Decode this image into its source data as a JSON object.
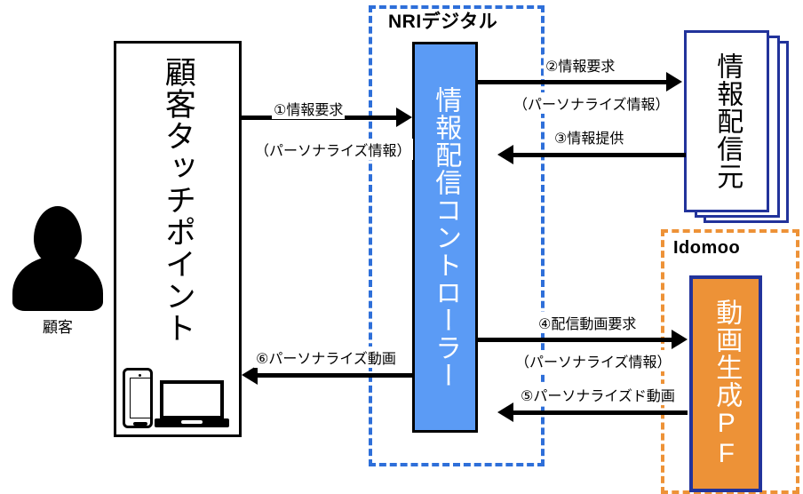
{
  "diagram": {
    "title_visible": false,
    "colors": {
      "controller_blue": "#5B9BF5",
      "video_orange": "#ED9237",
      "zone_blue_dashed": "#2E6FD9",
      "zone_orange_dashed": "#ED9237",
      "source_border_blue": "#22339B",
      "arrow_black": "#000000"
    }
  },
  "zones": [
    {
      "id": "nri",
      "label": "NRIデジタル",
      "border": "#2E6FD9"
    },
    {
      "id": "idomoo",
      "label": "Idomoo",
      "border": "#ED9237"
    }
  ],
  "actors": {
    "customer": {
      "label": "顧客",
      "icon": "person-silhouette-icon"
    }
  },
  "boxes": [
    {
      "id": "touchpoint",
      "label": "顧客タッチポイント",
      "fill": "#FFFFFF",
      "text_color": "#000000"
    },
    {
      "id": "controller",
      "label": "情報配信コントローラー",
      "fill": "#5B9BF5",
      "text_color": "#FFFFFF"
    },
    {
      "id": "source",
      "label": "情報配信元",
      "fill": "#FFFFFF",
      "text_color": "#000000",
      "stacked": true,
      "stack_count": 3
    },
    {
      "id": "video_pf",
      "label": "動画生成PF",
      "fill": "#ED9237",
      "text_color": "#FFFFFF"
    }
  ],
  "devices": {
    "phone": "smartphone-icon",
    "laptop": "laptop-icon"
  },
  "flows": [
    {
      "id": "flow1",
      "number": "①",
      "primary": "①情報要求",
      "secondary": "（パーソナライズ情報）",
      "from": "touchpoint",
      "to": "controller",
      "direction": "right"
    },
    {
      "id": "flow2",
      "number": "②",
      "primary": "②情報要求",
      "secondary": "（パーソナライズ情報）",
      "from": "controller",
      "to": "source",
      "direction": "right"
    },
    {
      "id": "flow3",
      "number": "③",
      "primary": "③情報提供",
      "secondary": "",
      "from": "source",
      "to": "controller",
      "direction": "left"
    },
    {
      "id": "flow4",
      "number": "④",
      "primary": "④配信動画要求",
      "secondary": "（パーソナライズ情報）",
      "from": "controller",
      "to": "video_pf",
      "direction": "right"
    },
    {
      "id": "flow5",
      "number": "⑤",
      "primary": "⑤パーソナライズド動画",
      "secondary": "",
      "from": "video_pf",
      "to": "controller",
      "direction": "left"
    },
    {
      "id": "flow6",
      "number": "⑥",
      "primary": "⑥パーソナライズ動画",
      "secondary": "",
      "from": "controller",
      "to": "touchpoint",
      "direction": "left"
    }
  ]
}
